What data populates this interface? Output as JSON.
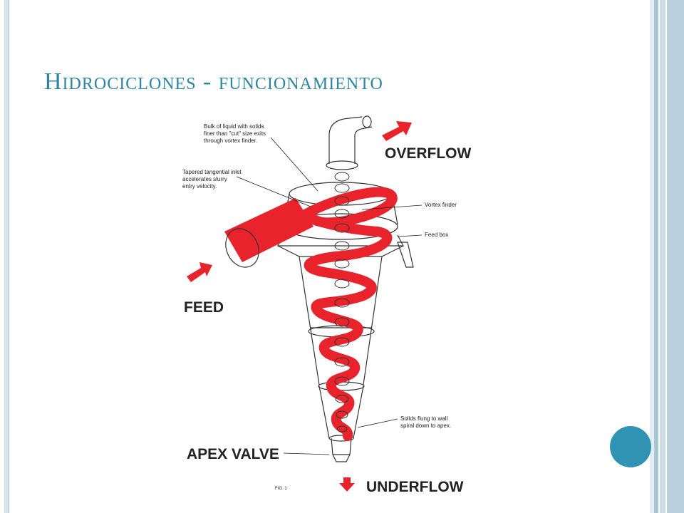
{
  "slide": {
    "title": "Hidrociclones - funcionamiento"
  },
  "diagram": {
    "labels": {
      "bulk_liquid": [
        "Bulk of liquid with solids",
        "finer than \"cut\" size exits",
        "through vortex finder."
      ],
      "tapered_inlet": [
        "Tapered tangential inlet",
        "accelerates slurry",
        "entry velocity."
      ],
      "vortex_finder": "Vortex finder",
      "feed_box": "Feed box",
      "solids_flung": [
        "Solids flung to wall",
        "spiral down to apex."
      ],
      "overflow": "OVERFLOW",
      "feed": "FEED",
      "apex_valve": "APEX VALVE",
      "underflow": "UNDERFLOW",
      "fig": "FIG. 1"
    }
  },
  "colors": {
    "accent": "#2a86a4",
    "flow_red": "#e8232b",
    "circle": "#3093b3"
  }
}
